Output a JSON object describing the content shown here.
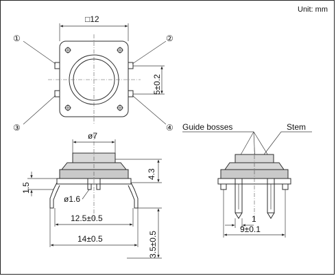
{
  "unit_label": "Unit: mm",
  "top_view": {
    "width_dim": "□12",
    "pin_pitch_dim": "5±0.2",
    "pin_numbers": [
      "①",
      "②",
      "③",
      "④"
    ]
  },
  "side_view": {
    "stem_dia": "ø7",
    "height": "4.3",
    "base_thickness": "1.5",
    "pin_dia": "ø1.6",
    "body_width": "12.5±0.5",
    "overall_width": "14±0.5",
    "lead_length": "3.5±0.5"
  },
  "end_view": {
    "guide_label": "Guide bosses",
    "stem_label": "Stem",
    "small_dim": "1",
    "pitch_dim": "9±0.1"
  }
}
